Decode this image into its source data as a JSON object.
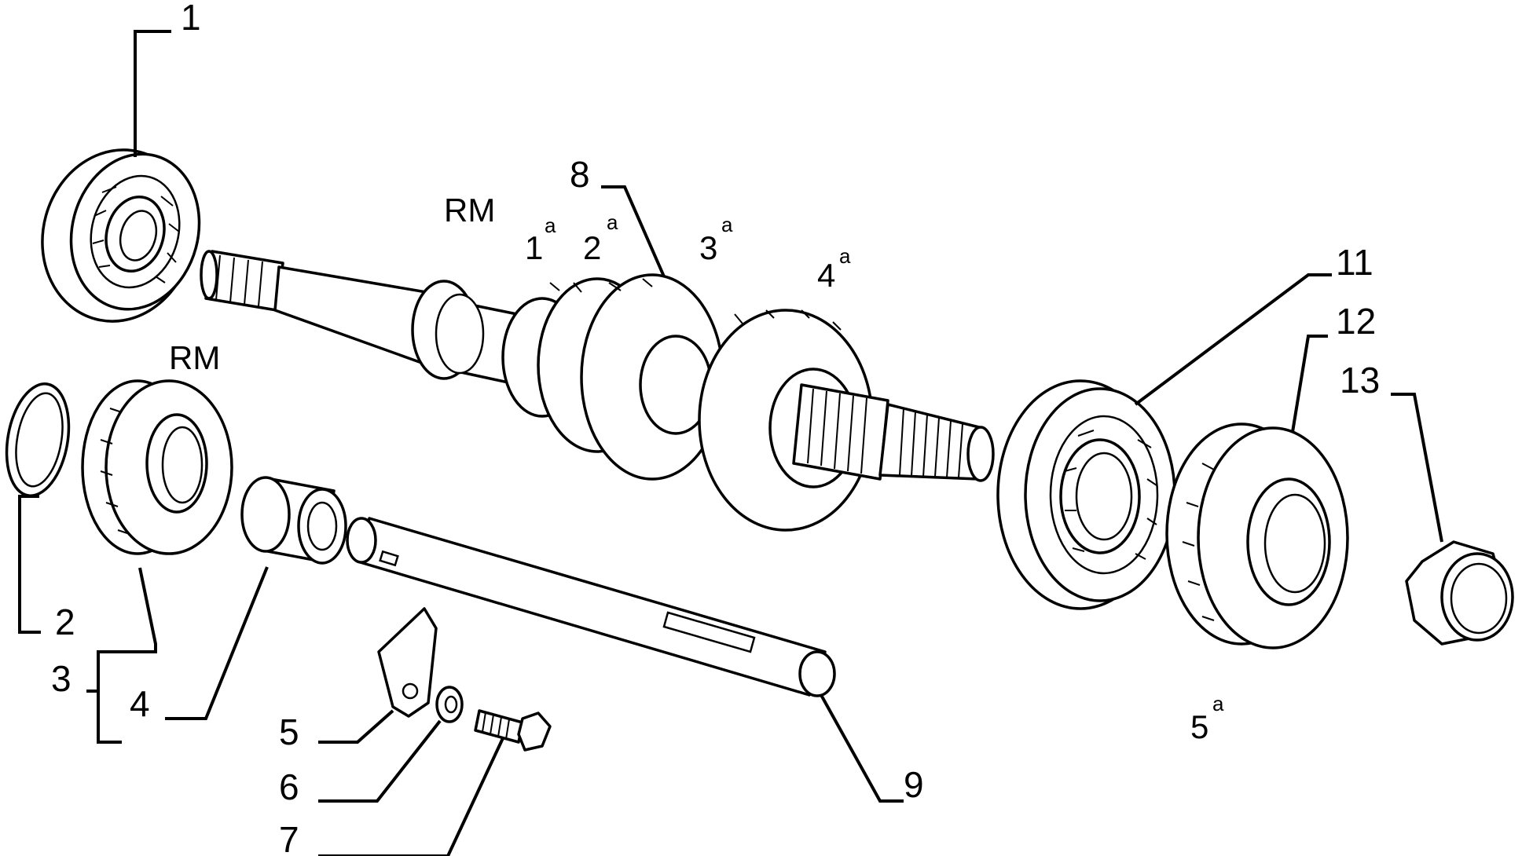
{
  "callouts": [
    "1",
    "2",
    "3",
    "4",
    "5",
    "6",
    "7",
    "8",
    "9",
    "11",
    "12",
    "13"
  ],
  "markers": {
    "rm_upper": "RM",
    "rm_lower": "RM",
    "gear_1": {
      "digit": "1",
      "sup": "a"
    },
    "gear_2": {
      "digit": "2",
      "sup": "a"
    },
    "gear_3": {
      "digit": "3",
      "sup": "a"
    },
    "gear_4": {
      "digit": "4",
      "sup": "a"
    },
    "gear_5": {
      "digit": "5",
      "sup": "a"
    }
  },
  "colors": {
    "line": "#000000",
    "fill": "#ffffff"
  }
}
